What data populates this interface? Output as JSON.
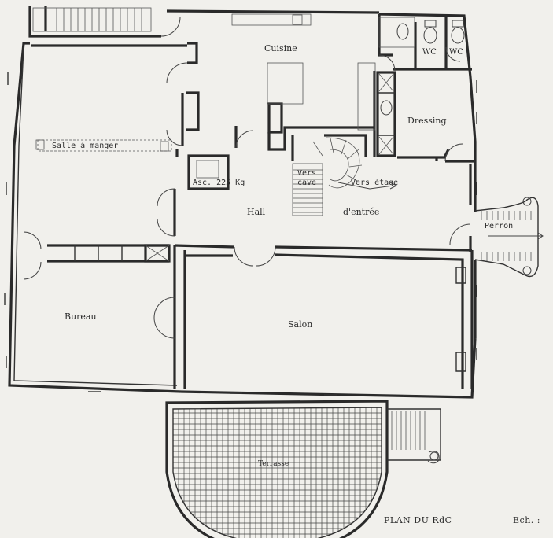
{
  "plan": {
    "title": "PLAN DU RdC",
    "scale_label": "Ech. :"
  },
  "rooms": {
    "cuisine": "Cuisine",
    "wc_1": "WC",
    "wc_2": "WC",
    "dressing": "Dressing",
    "salle_a_manger": "Salle à manger",
    "ascenseur": "Asc. 225 Kg",
    "vers_cave_1": "Vers",
    "vers_cave_2": "cave",
    "vers_etage": "Vers étage",
    "hall_1": "Hall",
    "hall_2": "d'entrée",
    "perron": "Perron",
    "bureau": "Bureau",
    "salon": "Salon",
    "terrasse": "Terrasse"
  }
}
